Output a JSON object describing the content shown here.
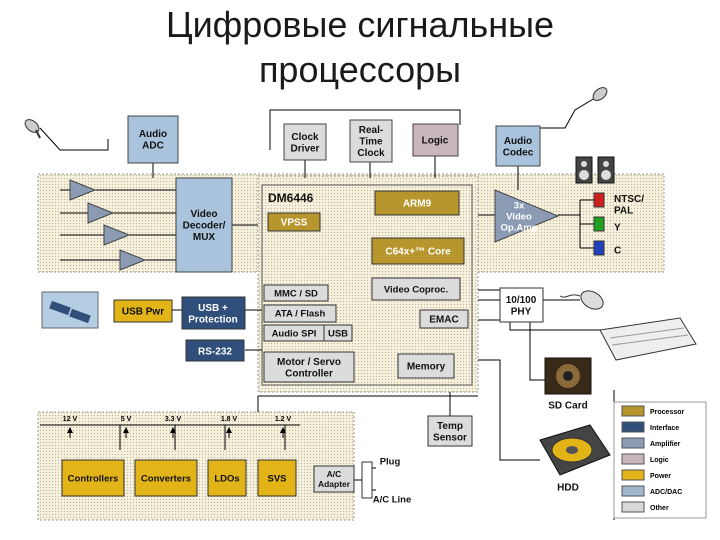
{
  "title_line1": "Цифровые сигнальные",
  "title_line2": "процессоры",
  "blocks": {
    "audio_adc": "Audio|ADC",
    "clock_driver": "Clock|Driver",
    "real_time_clock": "Real-|Time|Clock",
    "logic": "Logic",
    "audio_codec": "Audio|Codec",
    "video_decoder": "Video|Decoder/|MUX",
    "dm6446": "DM6446",
    "arm9": "ARM9",
    "vpss": "VPSS",
    "c64x_core": "C64x+™ Core",
    "video_coproc": "Video Coproc.",
    "mmc_sd": "MMC / SD",
    "ata_flash": "ATA / Flash",
    "audio_spi": "Audio SPI",
    "usb": "USB",
    "emac": "EMAC",
    "motor_servo": "Motor / Servo|Controller",
    "memory": "Memory",
    "usb_pwr": "USB Pwr",
    "usb_protection": "USB +|Protection",
    "rs232": "RS-232",
    "video_opamp": "3x|Video|Op.Amp",
    "phy": "10/100|PHY",
    "temp_sensor": "Temp|Sensor",
    "controllers": "Controllers",
    "converters": "Converters",
    "ldos": "LDOs",
    "svs": "SVS",
    "ac_adapter": "A/C|Adapter"
  },
  "outputs": {
    "ntsc_pal": "NTSC/|PAL",
    "y": "Y",
    "c": "C",
    "sd_card": "SD Card",
    "hdd": "HDD",
    "plug": "Plug",
    "ac_line": "A/C Line"
  },
  "voltages": [
    "12 V",
    "5 V",
    "3.3 V",
    "1.8 V",
    "1.2 V"
  ],
  "legend": [
    {
      "label": "Processor",
      "color": "#b8962e"
    },
    {
      "label": "Interface",
      "color": "#2f4f7a"
    },
    {
      "label": "Amplifier",
      "color": "#8b9bb4"
    },
    {
      "label": "Logic",
      "color": "#c8b6bc"
    },
    {
      "label": "Power",
      "color": "#e2b418"
    },
    {
      "label": "ADC/DAC",
      "color": "#9fb8cc"
    },
    {
      "label": "Other",
      "color": "#d8d8d8"
    }
  ],
  "colors": {
    "gray_box": "#dcdcdc",
    "adc_blue": "#a9c3dc",
    "processor": "#b8962e",
    "power": "#e2b418",
    "interface": "#2f4f7a",
    "amplifier": "#8b9bb4",
    "panel": "#f4efdc"
  }
}
